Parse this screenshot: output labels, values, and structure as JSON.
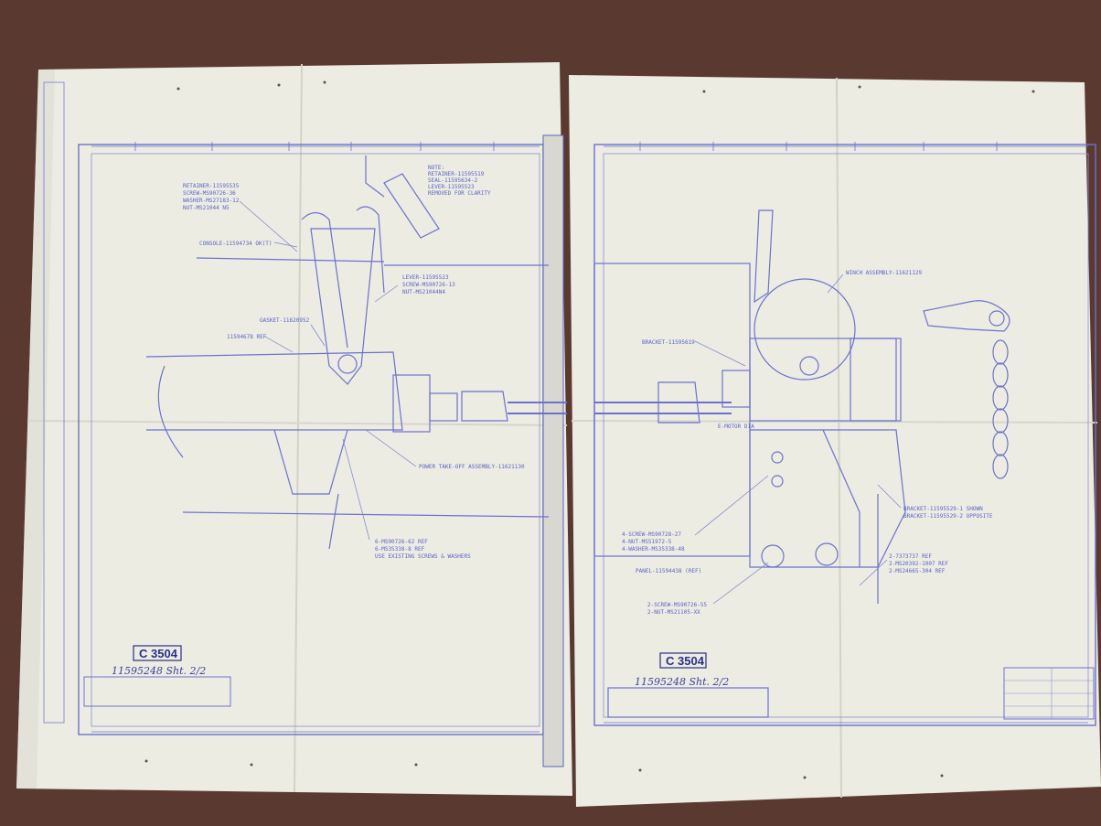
{
  "colors": {
    "floor": "#5a3a30",
    "paper": "#eeeee4",
    "ink": "#6a72d0",
    "ink_dark": "#2a2f8a"
  },
  "sheet_left": {
    "notes": {
      "retainer": [
        "RETAINER-11595535",
        "SCREW-MS90726-36",
        "WASHER-MS27183-12",
        "NUT-MS21044 N5"
      ],
      "console": "CONSOLE-11594734 OK(T)",
      "note_block": [
        "NOTE:",
        "RETAINER-11595519",
        "SEAL-11595634-2",
        "LEVER-11595523",
        "REMOVED FOR CLARITY"
      ],
      "lever": [
        "LEVER-11595523",
        "SCREW-MS90726-13",
        "NUT-MS21044N4"
      ],
      "gasket": "GASKET-11620952",
      "ref_part": "11594678 REF",
      "pto": "POWER TAKE-OFF ASSEMBLY-11621130",
      "existing": [
        "6-MS90726-62 REF",
        "6-MS35338-8 REF",
        "USE EXISTING SCREWS & WASHERS"
      ]
    },
    "stamp": "C 3504",
    "handwritten": "11595248 Sht. 2/2"
  },
  "sheet_right": {
    "notes": {
      "winch": "WINCH ASSEMBLY-11621129",
      "bracket": "BRACKET-11595619",
      "motor": "E-MOTOR DIA",
      "bracket_shown": [
        "BRACKET-11595529-1 SHOWN",
        "BRACKET-11595529-2 OPPOSITE"
      ],
      "screws_a": [
        "4-SCREW-MS90728-27",
        "4-NUT-MS51972-5",
        "4-WASHER-MS35338-48"
      ],
      "panel": "PANEL-11594438 (REF)",
      "screws_b": [
        "2-SCREW-MS90726-55",
        "2-NUT-MS21105-XX"
      ],
      "refs": [
        "2-7373737 REF",
        "2-MS20392-1007 REF",
        "2-MS24665-304 REF"
      ]
    },
    "stamp": "C 3504",
    "handwritten": "11595248 Sht. 2/2"
  }
}
